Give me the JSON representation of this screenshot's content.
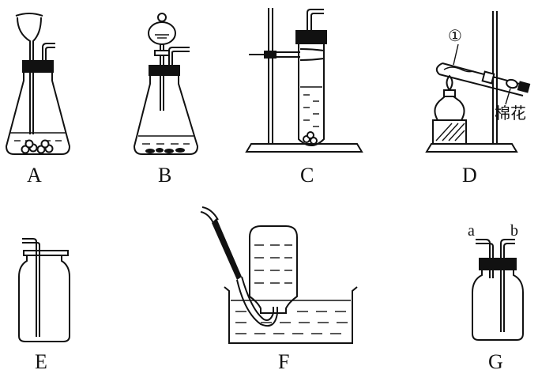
{
  "labels": {
    "A": "A",
    "B": "B",
    "C": "C",
    "D": "D",
    "E": "E",
    "F": "F",
    "G": "G"
  },
  "annotations": {
    "circle_one": "①",
    "cotton": "棉花",
    "port_a": "a",
    "port_b": "b"
  }
}
